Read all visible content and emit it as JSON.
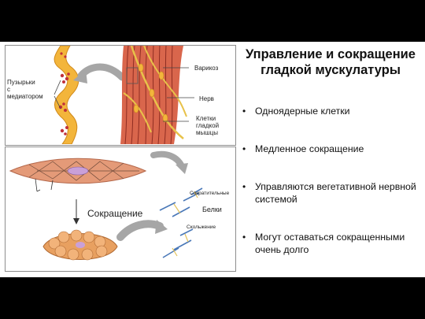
{
  "title": "Управление и сокращение гладкой мускулатуры",
  "bullets": [
    "Одноядерные клетки",
    "Медленное сокращение",
    "Управляются вегетативной нервной системой",
    "Могут оставаться сокращенными очень долго"
  ],
  "figure_top": {
    "vesicles_label": "Пузырьки\nс\nмедиатором",
    "varicose_label": "Варикоз",
    "nerve_label": "Нерв",
    "cells_label": "Клетки\nгладкой\nмышцы"
  },
  "figure_bottom": {
    "contraction_label": "Сокращение",
    "proteins_small_label": "Сократительные",
    "proteins_label": "Белки",
    "sliding_label": "Скольжение"
  },
  "colors": {
    "vesicle_fill": "#f3b53b",
    "muscle_fill": "#d9664c",
    "nerve_yellow": "#e8c24a",
    "cell_fill": "#e49a78",
    "arrow_gray": "#a6a6a6",
    "filament_blue": "#4a78b8"
  }
}
